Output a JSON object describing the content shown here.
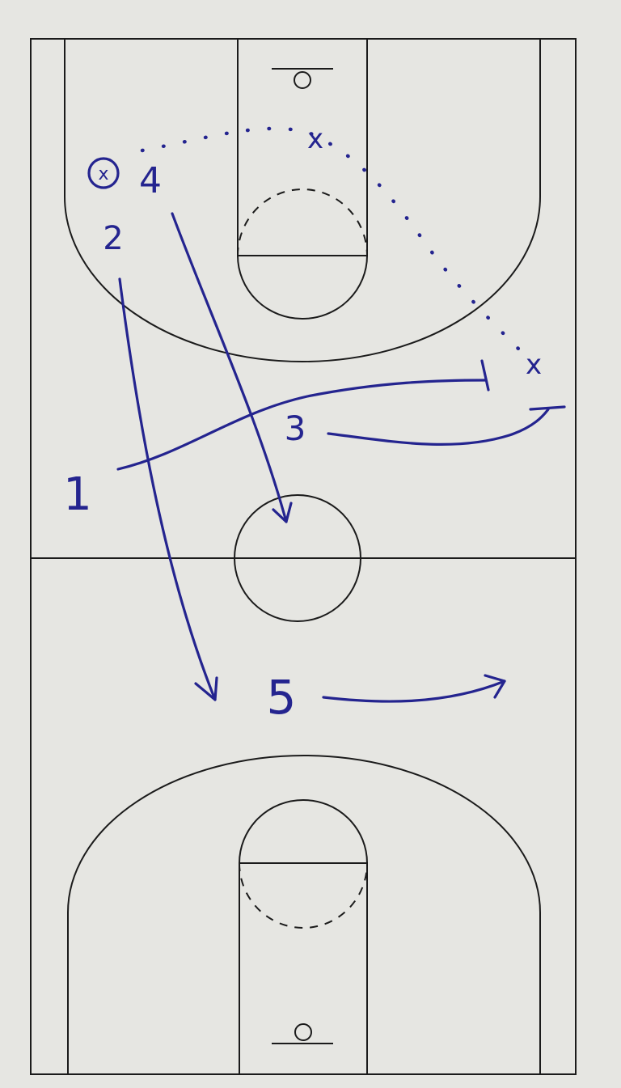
{
  "players": {
    "p1": "1",
    "p2": "2",
    "p3": "3",
    "p4": "4",
    "p5": "5"
  },
  "marks": {
    "ball_handler": "x",
    "defender_paint": "x",
    "defender_wing": "x"
  },
  "colors": {
    "ink": "#24248f",
    "court_lines": "#1b1b1b",
    "paper": "#e6e6e2"
  }
}
